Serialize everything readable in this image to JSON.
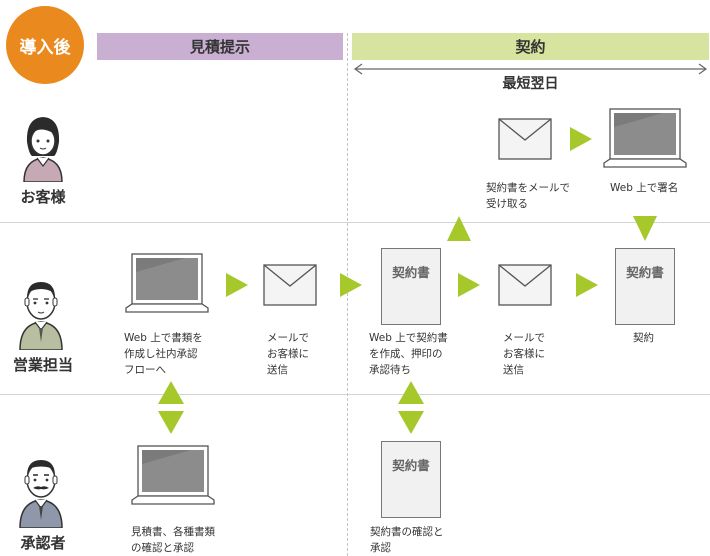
{
  "badge": "導入後",
  "phases": {
    "estimate": "見積提示",
    "contract": "契約"
  },
  "timeframe": "最短翌日",
  "roles": {
    "customer": "お客様",
    "sales": "営業担当",
    "approver": "承認者"
  },
  "captions": {
    "sales_create": "Web 上で書類を\n作成し社内承認\nフローへ",
    "sales_mail1": "メールで\nお客様に\n送信",
    "sales_contract_create": "Web 上で契約書\nを作成、押印の\n承認待ち",
    "sales_mail2": "メールで\nお客様に\n送信",
    "sales_contract": "契約",
    "customer_receive": "契約書をメールで\n受け取る",
    "customer_sign": "Web 上で署名",
    "approver_estimate": "見積書、各種書類\nの確認と承認",
    "approver_contract": "契約書の確認と\n承認"
  },
  "doc_label": "契約書",
  "colors": {
    "badge": "#ea8a1e",
    "estimate_phase": "#c9b0d3",
    "contract_phase": "#d7e4a0",
    "arrow": "#a6c82a"
  }
}
